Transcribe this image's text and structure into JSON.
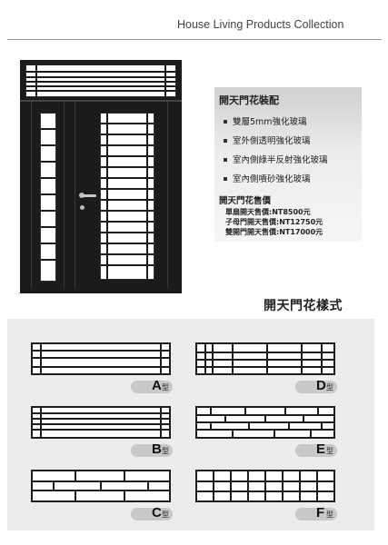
{
  "header": {
    "title": "House Living Products Collection"
  },
  "features": {
    "title": "開天門花裝配",
    "items": [
      "雙層5mm強化玻璃",
      "室外側透明強化玻璃",
      "室內側綠半反射強化玻璃",
      "室內側噴砂強化玻璃"
    ]
  },
  "prices": {
    "title": "開天門花售價",
    "items": [
      "單扇開天售價:NT8500元",
      "子母門開天售價:NT12750元",
      "雙開門開天售價:NT17000元"
    ]
  },
  "styles": {
    "title": "開天門花樣式",
    "suffix": "型",
    "types": [
      {
        "letter": "A",
        "pattern": "frame-lines"
      },
      {
        "letter": "D",
        "pattern": "bars-grid"
      },
      {
        "letter": "B",
        "pattern": "horizontal-lines"
      },
      {
        "letter": "E",
        "pattern": "brick-lines"
      },
      {
        "letter": "C",
        "pattern": "offset-brick"
      },
      {
        "letter": "F",
        "pattern": "square-grid"
      }
    ]
  },
  "colors": {
    "frame": "#1b1b1b",
    "panel_bg": "#ececec",
    "tag_bg": "#c8c8c8"
  }
}
